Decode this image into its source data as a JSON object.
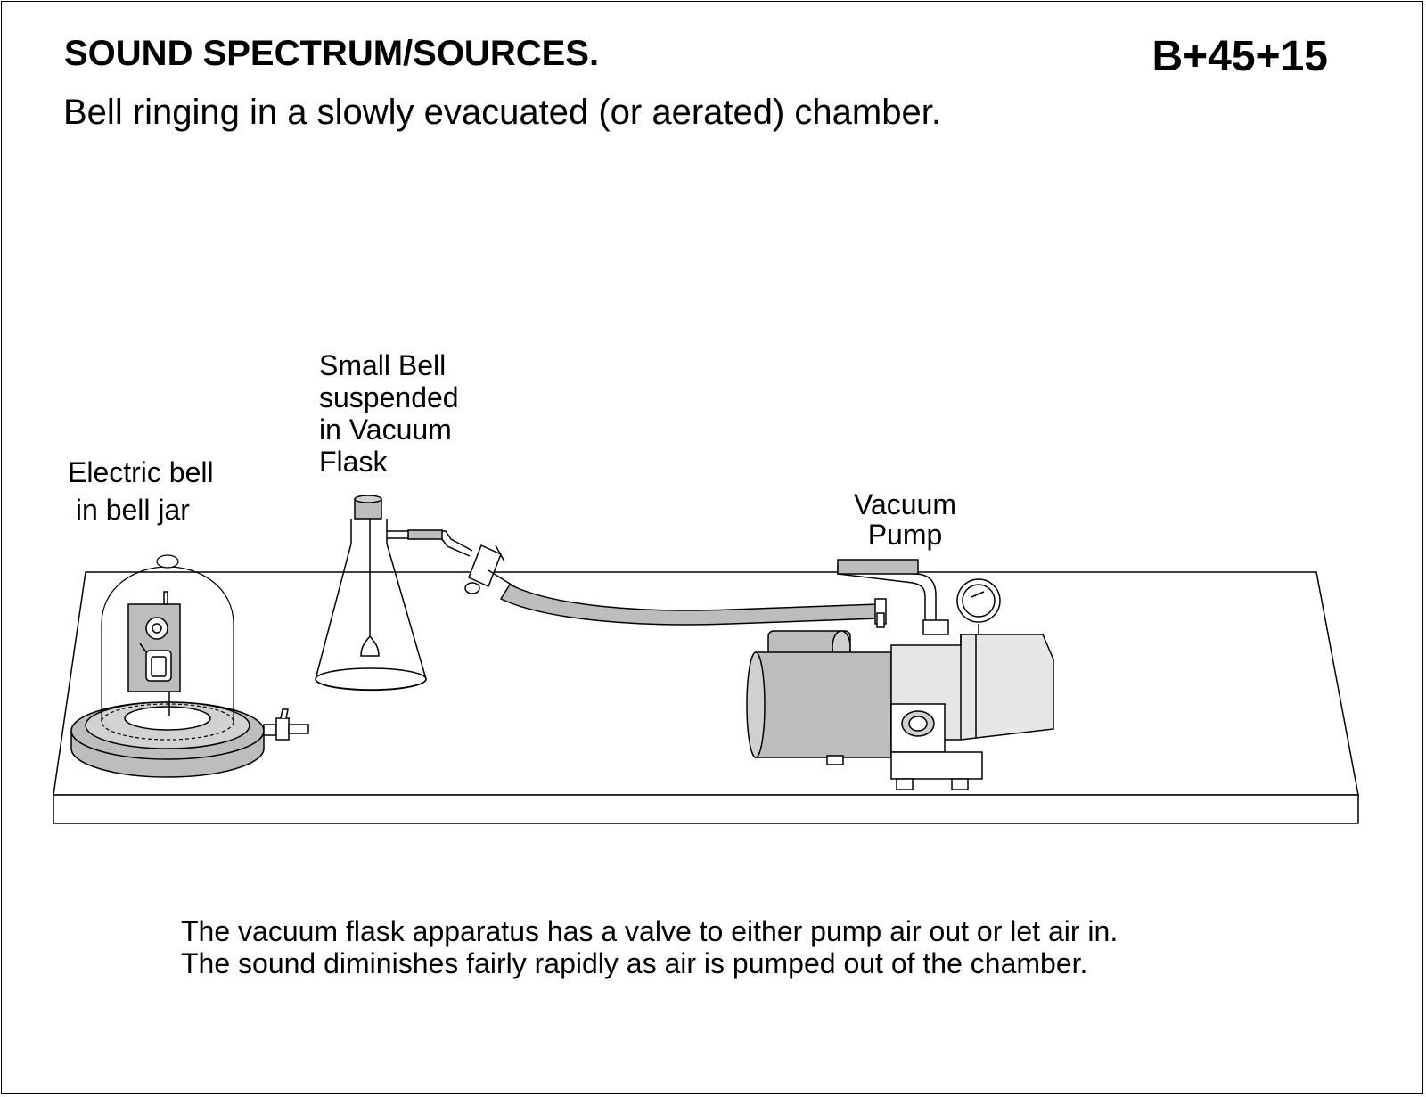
{
  "header": {
    "title": "SOUND SPECTRUM/SOURCES.",
    "code": "B+45+15",
    "subtitle": "Bell ringing in a slowly evacuated (or aerated) chamber."
  },
  "labels": {
    "bell_jar": [
      "Electric bell",
      " in bell jar"
    ],
    "flask": [
      "Small Bell",
      "suspended",
      "in Vacuum",
      "Flask"
    ],
    "pump": [
      "Vacuum",
      "Pump"
    ]
  },
  "caption": [
    "The vacuum flask apparatus has a valve to either pump air out or let air in.",
    "The sound diminishes fairly rapidly as air is pumped out of the chamber."
  ],
  "colors": {
    "line": "#000000",
    "fill_gray": "#bdbdbd",
    "fill_light": "#e6e6e6",
    "table_top": "#ffffff"
  }
}
